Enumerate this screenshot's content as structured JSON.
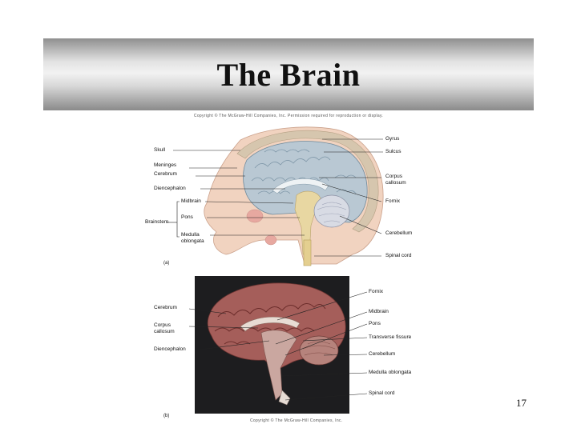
{
  "slide": {
    "title": "The Brain",
    "copyright_top": "Copyright © The McGraw-Hill Companies, Inc. Permission required for reproduction or display.",
    "copyright_bottom": "Copyright © The McGraw-Hill Companies, Inc.",
    "page_number": "17"
  },
  "panel_a": {
    "tag": "(a)",
    "left_labels": {
      "skull": "Skull",
      "meninges": "Meninges",
      "cerebrum": "Cerebrum",
      "diencephalon": "Diencephalon",
      "midbrain": "Midbrain",
      "brainstem": "Brainstem",
      "pons": "Pons",
      "medulla_line1": "Medulla",
      "medulla_line2": "oblongata"
    },
    "right_labels": {
      "gyrus": "Gyrus",
      "sulcus": "Sulcus",
      "corpus_line1": "Corpus",
      "corpus_line2": "callosum",
      "fornix": "Fornix",
      "cerebellum": "Cerebellum",
      "spinal_cord": "Spinal cord"
    }
  },
  "panel_b": {
    "tag": "(b)",
    "left_labels": {
      "cerebrum": "Cerebrum",
      "corpus_line1": "Corpus",
      "corpus_line2": "callosum",
      "diencephalon": "Diencephalon"
    },
    "right_labels": {
      "fornix": "Fornix",
      "midbrain": "Midbrain",
      "pons": "Pons",
      "transverse_fissure": "Transverse fissure",
      "cerebellum": "Cerebellum",
      "medulla": "Medulla oblongata",
      "spinal_cord": "Spinal cord"
    }
  }
}
